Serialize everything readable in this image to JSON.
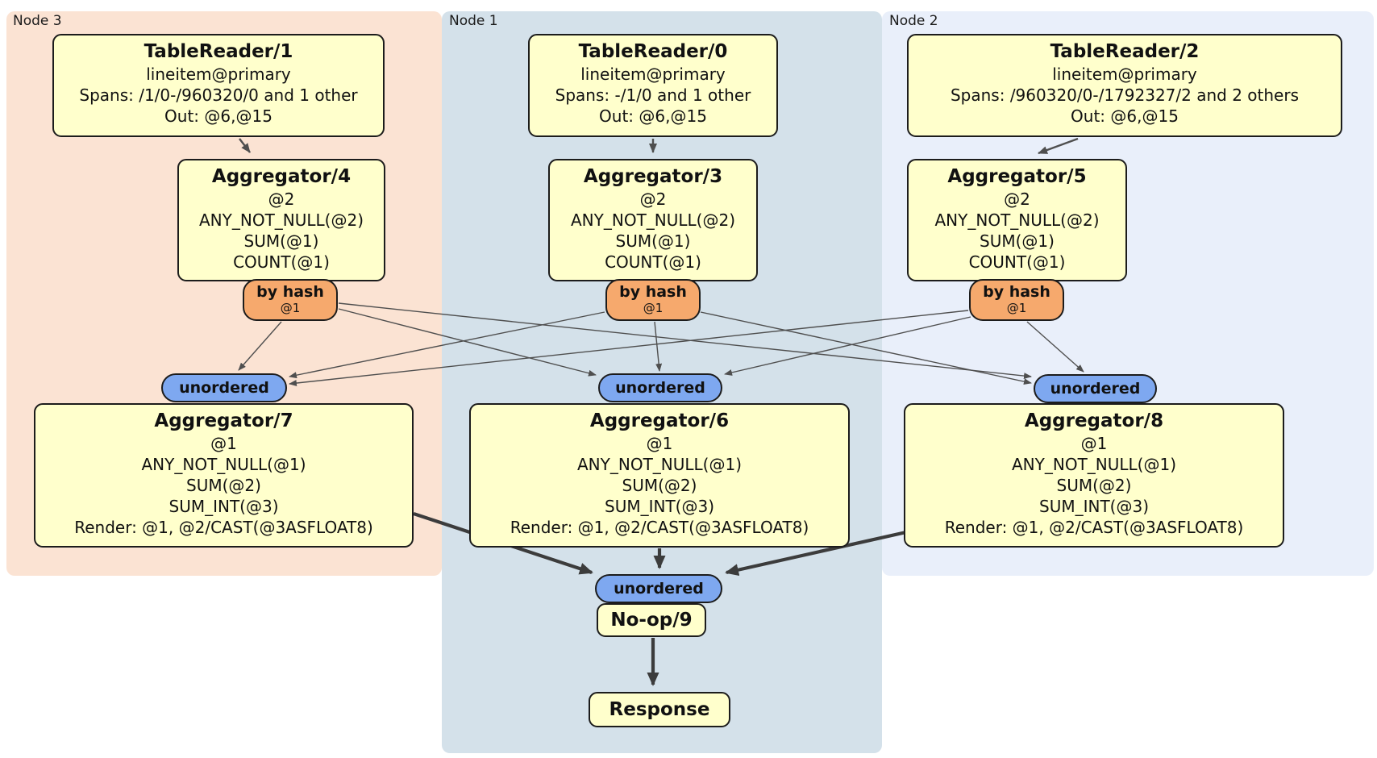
{
  "diagram": {
    "kind": "distributed-sql-physical-plan",
    "regions": {
      "node3": {
        "label": "Node 3"
      },
      "node1": {
        "label": "Node 1"
      },
      "node2": {
        "label": "Node 2"
      }
    },
    "nodes": {
      "tr1": {
        "title": "TableReader/1",
        "lines": [
          "lineitem@primary",
          "Spans: /1/0-/960320/0 and 1 other",
          "Out: @6,@15"
        ]
      },
      "tr0": {
        "title": "TableReader/0",
        "lines": [
          "lineitem@primary",
          "Spans: -/1/0 and 1 other",
          "Out: @6,@15"
        ]
      },
      "tr2": {
        "title": "TableReader/2",
        "lines": [
          "lineitem@primary",
          "Spans: /960320/0-/1792327/2 and 2 others",
          "Out: @6,@15"
        ]
      },
      "agg4": {
        "title": "Aggregator/4",
        "lines": [
          "@2",
          "ANY_NOT_NULL(@2)",
          "SUM(@1)",
          "COUNT(@1)"
        ]
      },
      "agg3": {
        "title": "Aggregator/3",
        "lines": [
          "@2",
          "ANY_NOT_NULL(@2)",
          "SUM(@1)",
          "COUNT(@1)"
        ]
      },
      "agg5": {
        "title": "Aggregator/5",
        "lines": [
          "@2",
          "ANY_NOT_NULL(@2)",
          "SUM(@1)",
          "COUNT(@1)"
        ]
      },
      "agg7": {
        "title": "Aggregator/7",
        "lines": [
          "@1",
          "ANY_NOT_NULL(@1)",
          "SUM(@2)",
          "SUM_INT(@3)",
          "Render: @1, @2/CAST(@3ASFLOAT8)"
        ]
      },
      "agg6": {
        "title": "Aggregator/6",
        "lines": [
          "@1",
          "ANY_NOT_NULL(@1)",
          "SUM(@2)",
          "SUM_INT(@3)",
          "Render: @1, @2/CAST(@3ASFLOAT8)"
        ]
      },
      "agg8": {
        "title": "Aggregator/8",
        "lines": [
          "@1",
          "ANY_NOT_NULL(@1)",
          "SUM(@2)",
          "SUM_INT(@3)",
          "Render: @1, @2/CAST(@3ASFLOAT8)"
        ]
      },
      "noop": {
        "title": "No-op/9"
      },
      "response": {
        "title": "Response"
      }
    },
    "routers": {
      "by_hash_label": "by hash",
      "by_hash_key": "@1",
      "unordered_label": "unordered"
    },
    "edges": {
      "reader_to_aggregator": [
        [
          "TableReader/1",
          "Aggregator/4"
        ],
        [
          "TableReader/0",
          "Aggregator/3"
        ],
        [
          "TableReader/2",
          "Aggregator/5"
        ]
      ],
      "hash_mesh": [
        [
          "Aggregator/4 by hash @1",
          "unordered before Aggregator/7"
        ],
        [
          "Aggregator/4 by hash @1",
          "unordered before Aggregator/6"
        ],
        [
          "Aggregator/4 by hash @1",
          "unordered before Aggregator/8"
        ],
        [
          "Aggregator/3 by hash @1",
          "unordered before Aggregator/7"
        ],
        [
          "Aggregator/3 by hash @1",
          "unordered before Aggregator/6"
        ],
        [
          "Aggregator/3 by hash @1",
          "unordered before Aggregator/8"
        ],
        [
          "Aggregator/5 by hash @1",
          "unordered before Aggregator/7"
        ],
        [
          "Aggregator/5 by hash @1",
          "unordered before Aggregator/6"
        ],
        [
          "Aggregator/5 by hash @1",
          "unordered before Aggregator/8"
        ]
      ],
      "final_merge": [
        [
          "Aggregator/7",
          "unordered before No-op/9"
        ],
        [
          "Aggregator/6",
          "unordered before No-op/9"
        ],
        [
          "Aggregator/8",
          "unordered before No-op/9"
        ],
        [
          "No-op/9",
          "Response"
        ]
      ]
    },
    "colors": {
      "node3_bg": "#fbe3d3",
      "node1_bg": "#d4e1ea",
      "node2_bg": "#e9effa",
      "node_box_bg": "#ffffcc",
      "hash_pill_bg": "#f6a96d",
      "unordered_pill_bg": "#7ea8f0",
      "border": "#1c1c1c",
      "edge_thin": "#4f4f4f",
      "edge_thick": "#3c3c3c"
    }
  }
}
